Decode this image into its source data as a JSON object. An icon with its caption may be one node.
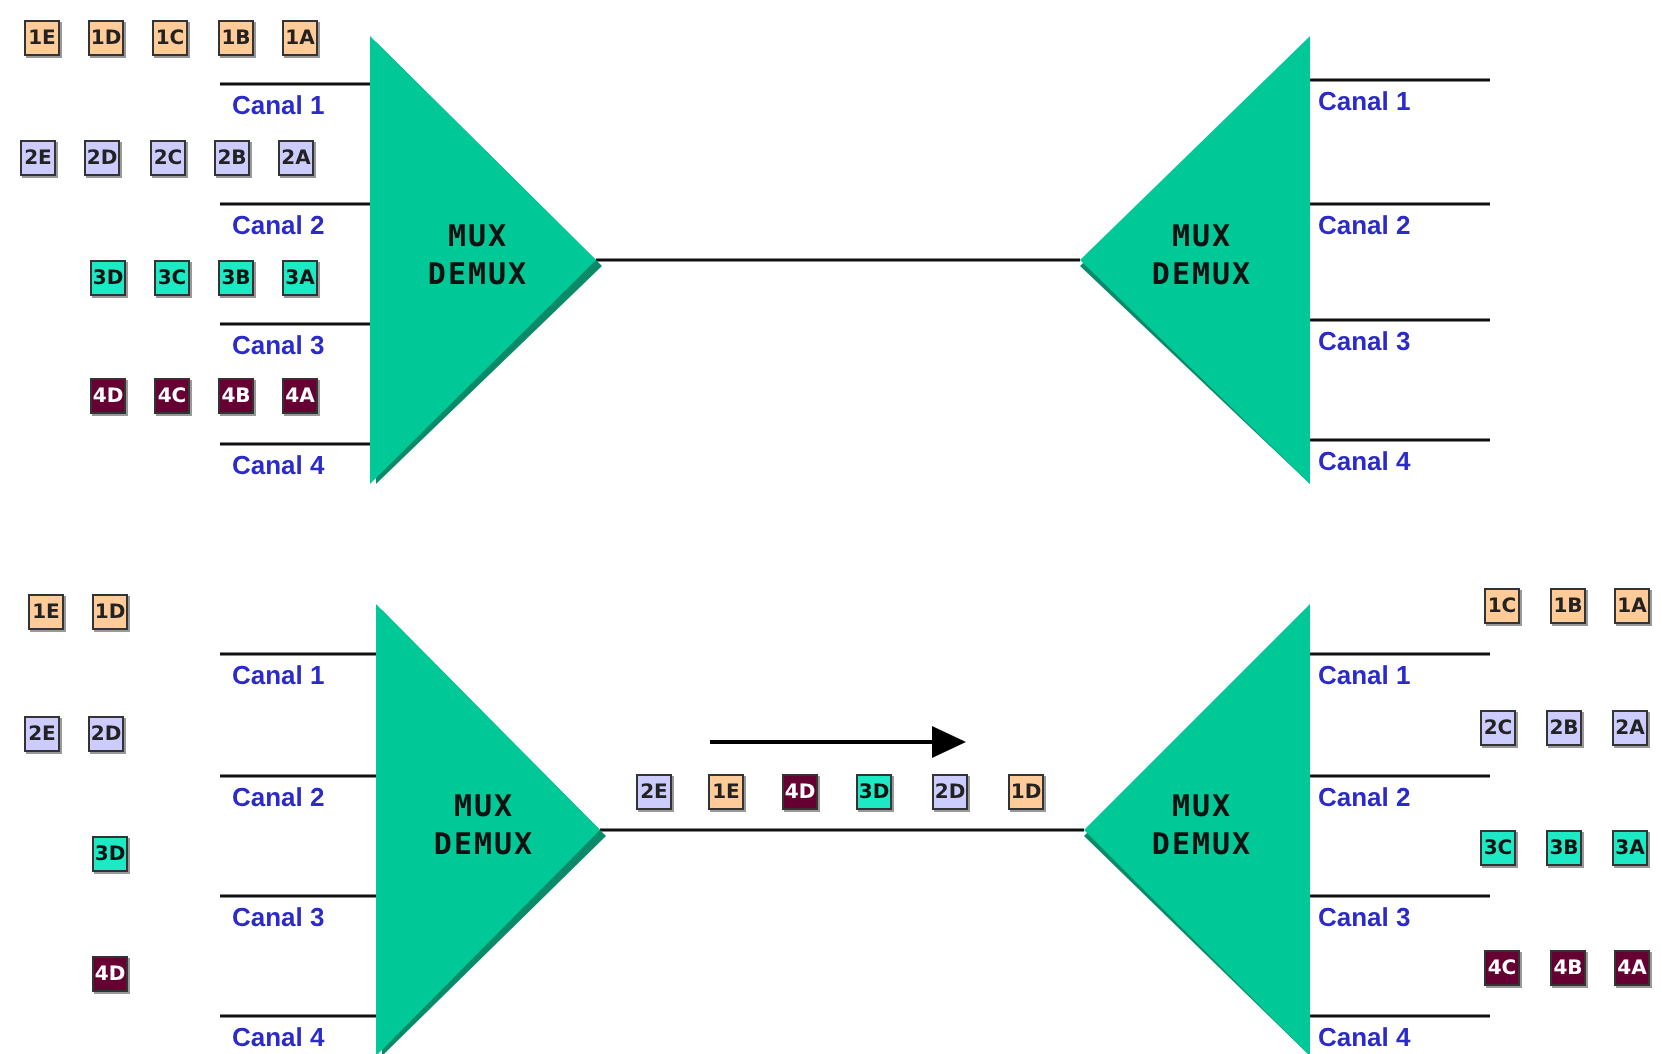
{
  "diagram": {
    "nodes": [
      {
        "text": [
          "1E"
        ]
      },
      {
        "text": [
          "1D"
        ]
      },
      {
        "text": [
          "1C"
        ]
      },
      {
        "text": [
          "1B"
        ]
      },
      {
        "text": [
          "1A"
        ]
      },
      {
        "text": [
          "2E"
        ]
      },
      {
        "text": [
          "2D"
        ]
      },
      {
        "text": [
          "2C"
        ]
      },
      {
        "text": [
          "2B"
        ]
      },
      {
        "text": [
          "2A"
        ]
      },
      {
        "text": [
          "3D"
        ]
      },
      {
        "text": [
          "3C"
        ]
      },
      {
        "text": [
          "3B"
        ]
      },
      {
        "text": [
          "3A"
        ]
      },
      {
        "text": [
          "4D"
        ]
      },
      {
        "text": [
          "4C"
        ]
      },
      {
        "text": [
          "4B"
        ]
      },
      {
        "text": [
          "4A"
        ]
      },
      {
        "text": [
          "MUX DEMUX"
        ]
      },
      {
        "text": [
          "MUX DEMUX"
        ]
      },
      {
        "text": [
          "1E"
        ]
      },
      {
        "text": [
          "1D"
        ]
      },
      {
        "text": [
          "2E"
        ]
      },
      {
        "text": [
          "2D"
        ]
      },
      {
        "text": [
          "3D"
        ]
      },
      {
        "text": [
          "4D"
        ]
      },
      {
        "text": [
          "MUX DEMUX"
        ]
      },
      {
        "text": [
          "2E"
        ]
      },
      {
        "text": [
          "1E"
        ]
      },
      {
        "text": [
          "4D"
        ]
      },
      {
        "text": [
          "3D"
        ]
      },
      {
        "text": [
          "2D"
        ]
      },
      {
        "text": [
          "1D"
        ]
      },
      {
        "text": [
          "MUX DEMUX"
        ]
      },
      {
        "text": [
          "1C"
        ]
      },
      {
        "text": [
          "1B"
        ]
      },
      {
        "text": [
          "1A"
        ]
      },
      {
        "text": [
          "2C"
        ]
      },
      {
        "text": [
          "2B"
        ]
      },
      {
        "text": [
          "2A"
        ]
      },
      {
        "text": [
          "3C"
        ]
      },
      {
        "text": [
          "3B"
        ]
      },
      {
        "text": [
          "3A"
        ]
      },
      {
        "text": [
          "4C"
        ]
      },
      {
        "text": [
          "4B"
        ]
      },
      {
        "text": [
          "4A"
        ]
      }
    ],
    "edges": [
      {
        "from": 18,
        "to": 19,
        "arrow": "none"
      },
      {
        "from": null,
        "to": 18,
        "arrow": "none",
        "label": "Canal 1"
      },
      {
        "from": null,
        "to": 18,
        "arrow": "none",
        "label": "Canal 2"
      },
      {
        "from": null,
        "to": 18,
        "arrow": "none",
        "label": "Canal 3"
      },
      {
        "from": null,
        "to": 18,
        "arrow": "none",
        "label": "Canal 4"
      },
      {
        "from": 19,
        "to": null,
        "arrow": "none",
        "label": "Canal 1"
      },
      {
        "from": 19,
        "to": null,
        "arrow": "none",
        "label": "Canal 2"
      },
      {
        "from": 19,
        "to": null,
        "arrow": "none",
        "label": "Canal 3"
      },
      {
        "from": 19,
        "to": null,
        "arrow": "none",
        "label": "Canal 4"
      },
      {
        "from": 26,
        "to": 33,
        "arrow": "none"
      },
      {
        "from": null,
        "to": 26,
        "arrow": "none",
        "label": "Canal 1"
      },
      {
        "from": null,
        "to": 26,
        "arrow": "none",
        "label": "Canal 2"
      },
      {
        "from": null,
        "to": 26,
        "arrow": "none",
        "label": "Canal 3"
      },
      {
        "from": null,
        "to": 26,
        "arrow": "none",
        "label": "Canal 4"
      },
      {
        "from": 33,
        "to": null,
        "arrow": "none",
        "label": "Canal 1"
      },
      {
        "from": 33,
        "to": null,
        "arrow": "none",
        "label": "Canal 2"
      },
      {
        "from": 33,
        "to": null,
        "arrow": "none",
        "label": "Canal 3"
      },
      {
        "from": 33,
        "to": null,
        "arrow": "none",
        "label": "Canal 4"
      }
    ]
  }
}
